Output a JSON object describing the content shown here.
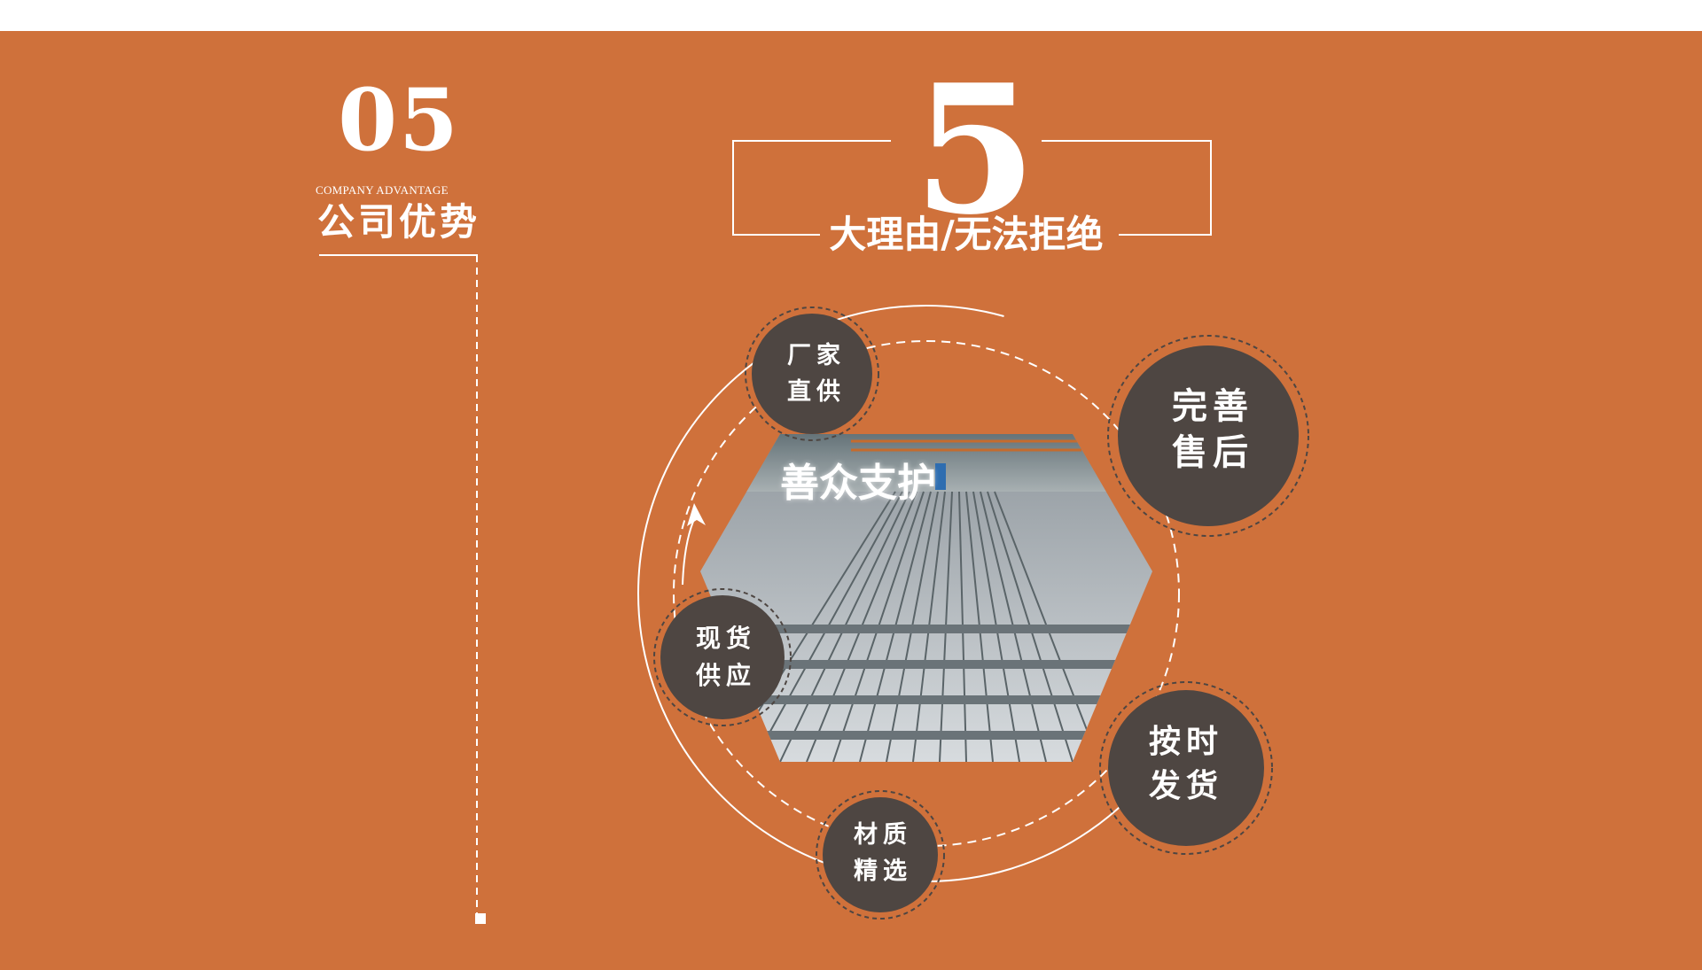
{
  "section": {
    "number": "05",
    "subtitle_en": "COMPANY ADVANTAGE",
    "title_cn": "公司优势"
  },
  "headline": {
    "big_number": "5",
    "text": "大理由/无法拒绝"
  },
  "center_image": {
    "overlay_text": "善众支护"
  },
  "advantages": [
    {
      "line1": "厂家",
      "line2": "直供"
    },
    {
      "line1": "完善",
      "line2": "售后"
    },
    {
      "line1": "现货",
      "line2": "供应"
    },
    {
      "line1": "按时",
      "line2": "发货"
    },
    {
      "line1": "材质",
      "line2": "精选"
    }
  ],
  "colors": {
    "background": "#cf713b",
    "circle_fill": "#4e4642",
    "text": "#ffffff"
  }
}
